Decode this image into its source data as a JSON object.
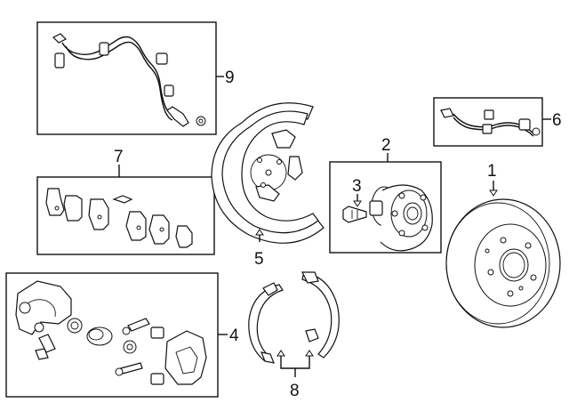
{
  "callouts": {
    "c1": "1",
    "c2": "2",
    "c3": "3",
    "c4": "4",
    "c5": "5",
    "c6": "6",
    "c7": "7",
    "c8": "8",
    "c9": "9"
  },
  "parts": [
    {
      "callout": "1",
      "depicts": "rotor"
    },
    {
      "callout": "2",
      "depicts": "hub-bearing-assembly"
    },
    {
      "callout": "3",
      "depicts": "hub-bolt"
    },
    {
      "callout": "4",
      "depicts": "caliper-assembly"
    },
    {
      "callout": "5",
      "depicts": "backing-plate"
    },
    {
      "callout": "6",
      "depicts": "wear-sensor-harness"
    },
    {
      "callout": "7",
      "depicts": "brake-pads"
    },
    {
      "callout": "8",
      "depicts": "parking-brake-shoes"
    },
    {
      "callout": "9",
      "depicts": "abs-sensor"
    }
  ],
  "colors": {
    "line": "#111111",
    "background": "#ffffff"
  }
}
